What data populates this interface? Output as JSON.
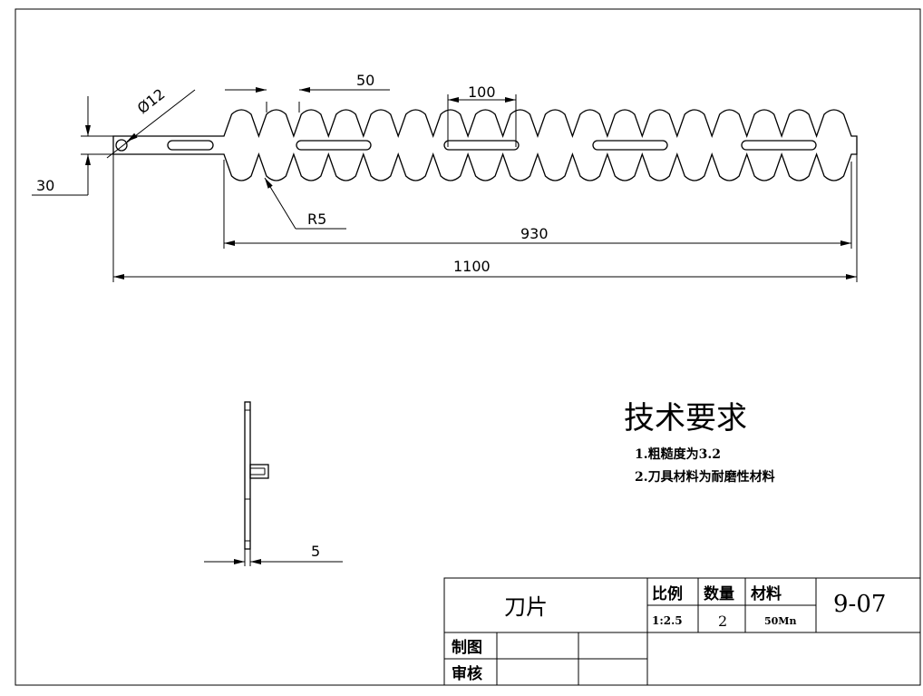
{
  "dimensions": {
    "slot_pitch": "50",
    "slot_span": "100",
    "hole_diameter": "Ø12",
    "width": "30",
    "tooth_radius": "R5",
    "toothed_length": "930",
    "total_length": "1100",
    "thickness": "5"
  },
  "technical_requirements": {
    "heading": "技术要求",
    "items": [
      "1.粗糙度为3.2",
      "2.刀具材料为耐磨性材料"
    ]
  },
  "title_block": {
    "part_name": "刀片",
    "scale_label": "比例",
    "quantity_label": "数量",
    "material_label": "材料",
    "scale_value": "1:2.5",
    "quantity_value": "2",
    "material_value": "50Mn",
    "drawing_number": "9-07",
    "drawn_by_label": "制图",
    "reviewed_by_label": "审核"
  }
}
